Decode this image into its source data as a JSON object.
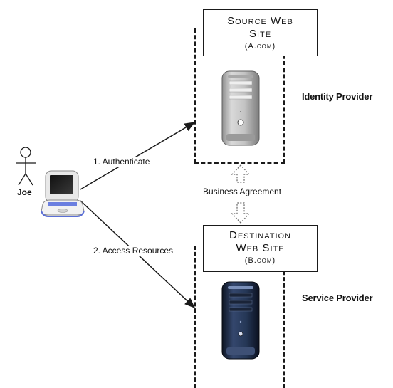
{
  "source_site": {
    "title_line1": "Source Web",
    "title_line2": "Site",
    "domain": "(A.com)",
    "role": "Identity Provider"
  },
  "destination_site": {
    "title_line1": "Destination",
    "title_line2": "Web Site",
    "domain": "(B.com)",
    "role": "Service Provider"
  },
  "user": {
    "name": "Joe"
  },
  "arrows": {
    "authenticate": "1. Authenticate",
    "access": "2. Access Resources",
    "agreement": "Business Agreement"
  },
  "colors": {
    "line": "#1a1a1a",
    "server_silver": "#b8b8b8",
    "server_blue": "#1e2b44",
    "laptop_blue": "#5b6fd6"
  },
  "icons": {
    "user": "stick-figure-icon",
    "client": "laptop-icon",
    "source_server": "silver-server-icon",
    "destination_server": "blue-server-icon"
  }
}
